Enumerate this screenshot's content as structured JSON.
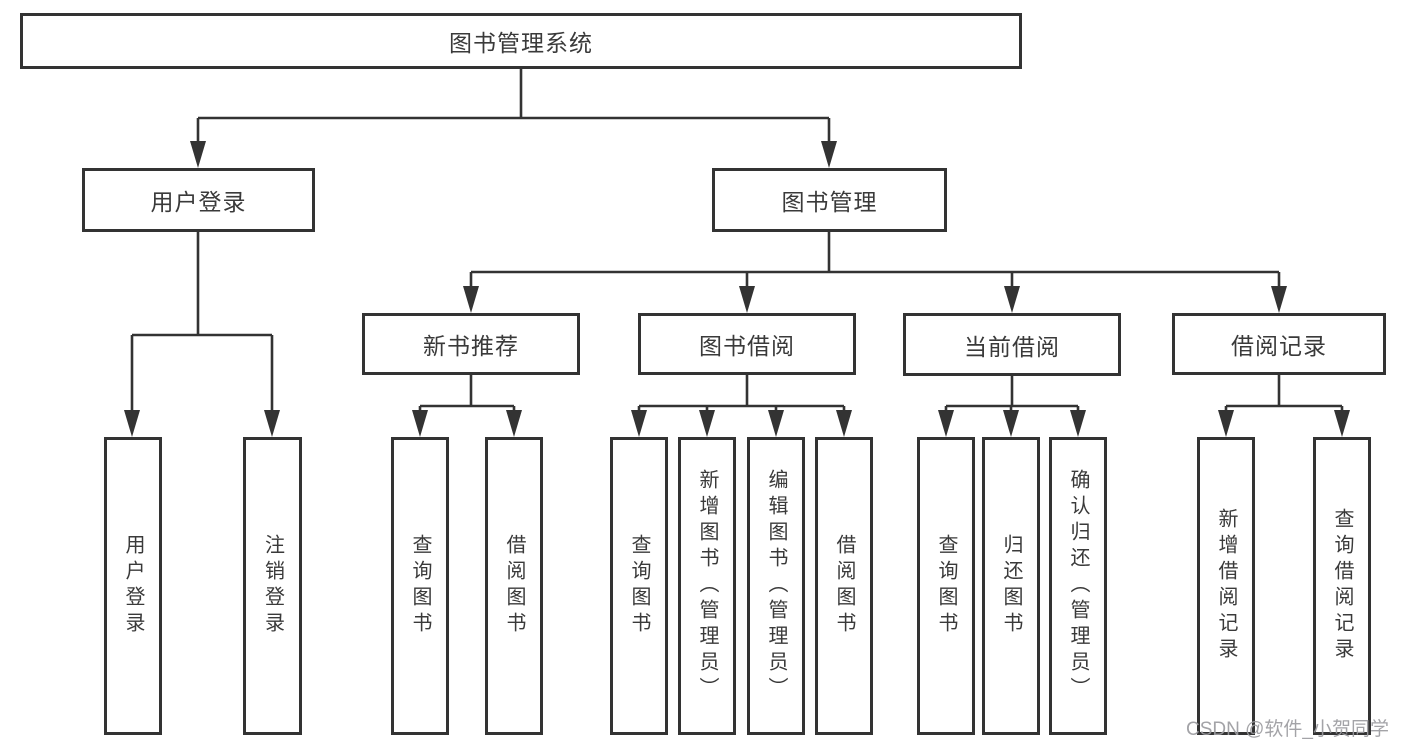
{
  "nodes": {
    "root": "图书管理系统",
    "level2": [
      {
        "id": "user-login",
        "label": "用户登录"
      },
      {
        "id": "book-management",
        "label": "图书管理"
      }
    ],
    "level3": [
      {
        "id": "new-book-recommend",
        "label": "新书推荐"
      },
      {
        "id": "book-borrow",
        "label": "图书借阅"
      },
      {
        "id": "current-borrow",
        "label": "当前借阅"
      },
      {
        "id": "borrow-record",
        "label": "借阅记录"
      }
    ],
    "leaves": [
      {
        "parent": "用户登录",
        "label": "用户登录"
      },
      {
        "parent": "用户登录",
        "label": "注销登录"
      },
      {
        "parent": "新书推荐",
        "label": "查询图书"
      },
      {
        "parent": "新书推荐",
        "label": "借阅图书"
      },
      {
        "parent": "图书借阅",
        "label": "查询图书"
      },
      {
        "parent": "图书借阅",
        "label": "新增图书（管理员）"
      },
      {
        "parent": "图书借阅",
        "label": "编辑图书（管理员）"
      },
      {
        "parent": "图书借阅",
        "label": "借阅图书"
      },
      {
        "parent": "当前借阅",
        "label": "查询图书"
      },
      {
        "parent": "当前借阅",
        "label": "归还图书"
      },
      {
        "parent": "当前借阅",
        "label": "确认归还（管理员）"
      },
      {
        "parent": "借阅记录",
        "label": "新增借阅记录"
      },
      {
        "parent": "借阅记录",
        "label": "查询借阅记录"
      }
    ]
  },
  "watermark": {
    "text": "CSDN @软件_小贺同学",
    "color": "#9b9ba0"
  },
  "colors": {
    "line": "#333333",
    "box_border": "#333333",
    "background": "#ffffff"
  }
}
